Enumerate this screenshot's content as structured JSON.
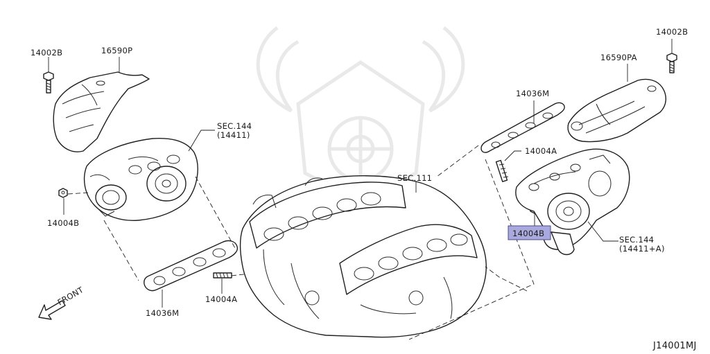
{
  "diagram": {
    "reference_code": "J14001MJ",
    "front_label": "FRONT",
    "highlight_color": "#a9a9dd",
    "parts": {
      "bolt_left": "14002B",
      "heat_shield_left": "16590P",
      "sec_left_code": "SEC.144",
      "sec_left_sub": "(14411)",
      "nut_left": "14004B",
      "gasket_left": "14036M",
      "stud_left": "14004A",
      "sec_engine": "SEC.111",
      "bolt_right": "14002B",
      "heat_shield_right": "16590PA",
      "gasket_right": "14036M",
      "stud_right": "14004A",
      "nut_right_highlighted": "14004B",
      "sec_right_code": "SEC.144",
      "sec_right_sub": "(14411+A)"
    }
  }
}
